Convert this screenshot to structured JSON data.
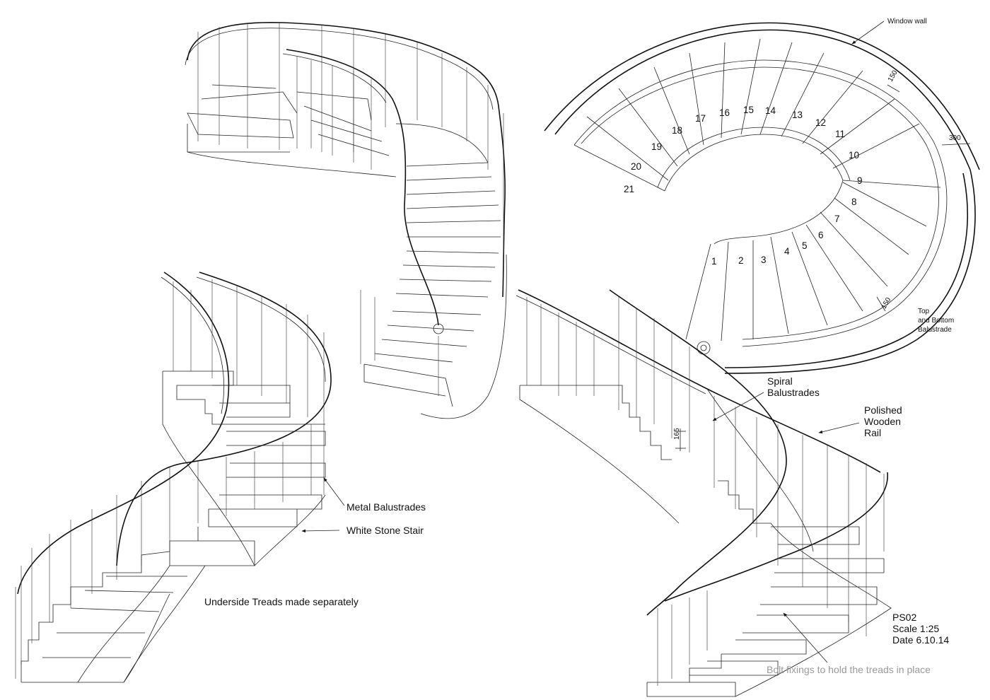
{
  "plan": {
    "window_wall": "Window wall",
    "dim_top": "150",
    "dim_side": "300",
    "dim_bottom": "150",
    "balustrade_note": [
      "Top",
      "and Bottom",
      "Balustrade"
    ],
    "steps": [
      "1",
      "2",
      "3",
      "4",
      "5",
      "6",
      "7",
      "8",
      "9",
      "10",
      "11",
      "12",
      "13",
      "14",
      "15",
      "16",
      "17",
      "18",
      "19",
      "20",
      "21"
    ]
  },
  "labels": {
    "metal_balustrades": "Metal Balustrades",
    "white_stone_stair": "White Stone Stair",
    "underside_treads": "Underside Treads made separately",
    "spiral_balustrades_1": "Spiral",
    "spiral_balustrades_2": "Balustrades",
    "polished_1": "Polished",
    "polished_2": "Wooden",
    "polished_3": "Rail",
    "riser_dim": "165",
    "bolt_fixings": "Bolt fixings to hold the treads in place"
  },
  "title_block": {
    "code": "PS02",
    "scale": "Scale 1:25",
    "date": "Date 6.10.14"
  }
}
